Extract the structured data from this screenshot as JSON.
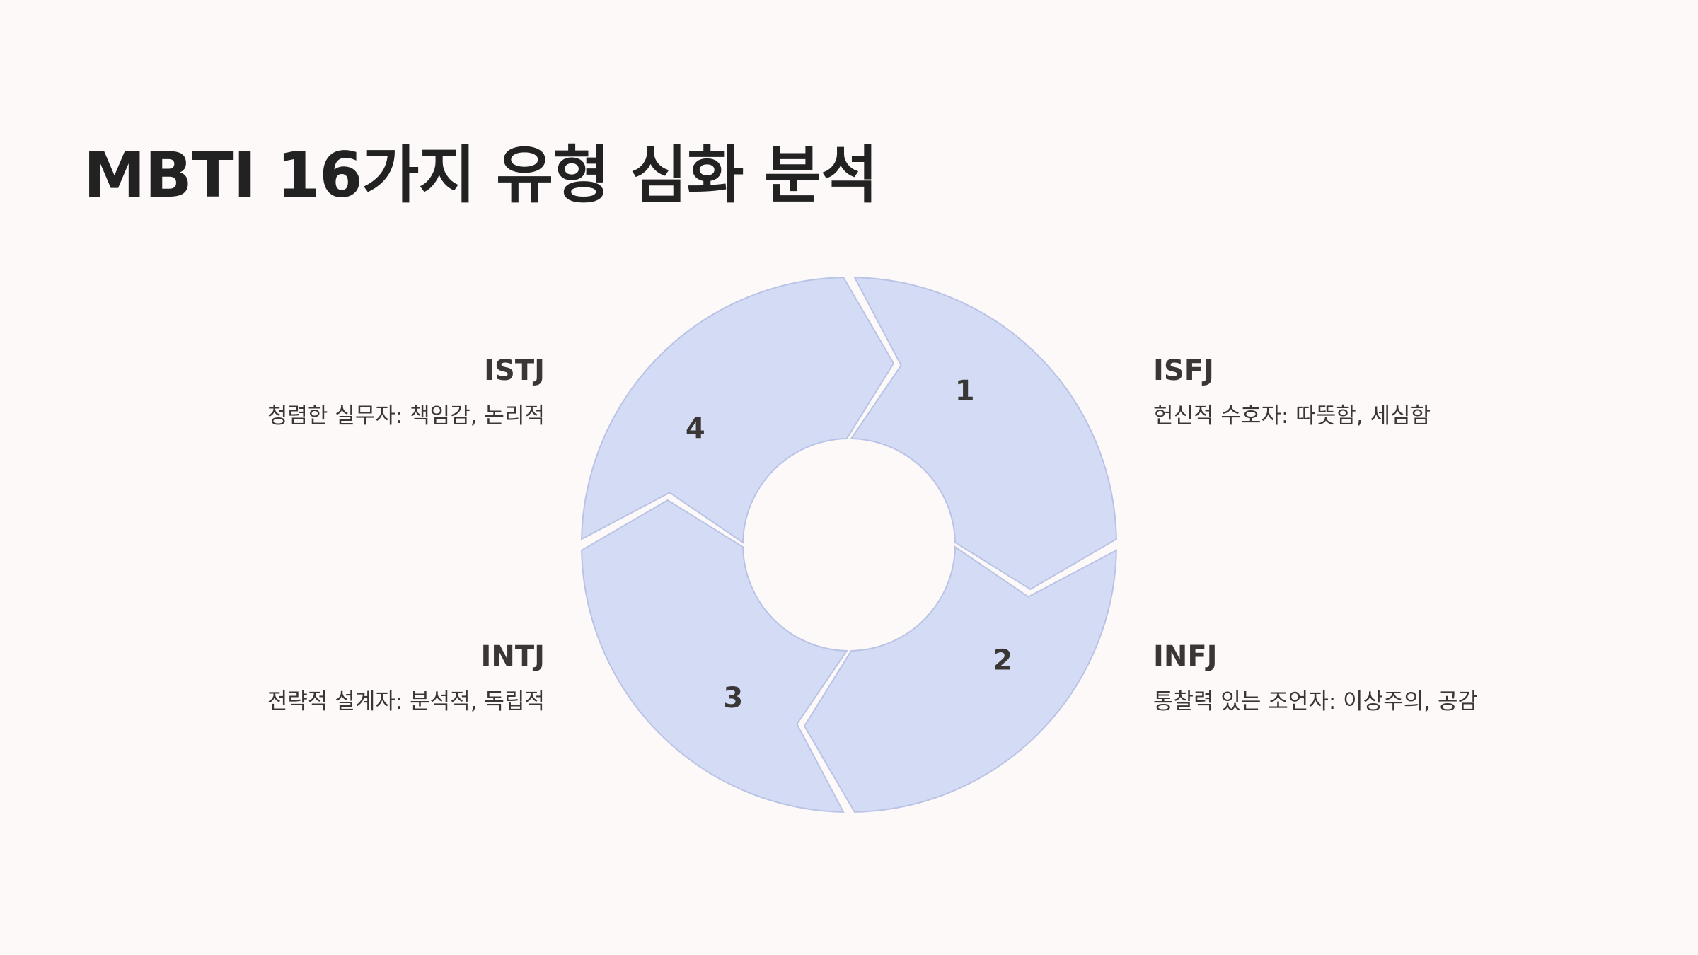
{
  "title": "MBTI 16가지 유형 심화 분석",
  "colors": {
    "background": "#fdf9f8",
    "segment_fill": "#d4dcf5",
    "segment_stroke": "#b9c3e6",
    "text": "#3a3636"
  },
  "cycle": {
    "segments": [
      {
        "number": "1"
      },
      {
        "number": "2"
      },
      {
        "number": "3"
      },
      {
        "number": "4"
      }
    ]
  },
  "items": [
    {
      "name": "ISTJ",
      "description": "청렴한 실무자: 책임감, 논리적"
    },
    {
      "name": "ISFJ",
      "description": "헌신적 수호자: 따뜻함, 세심함"
    },
    {
      "name": "INFJ",
      "description": "통찰력 있는 조언자: 이상주의, 공감"
    },
    {
      "name": "INTJ",
      "description": "전략적 설계자: 분석적, 독립적"
    }
  ]
}
